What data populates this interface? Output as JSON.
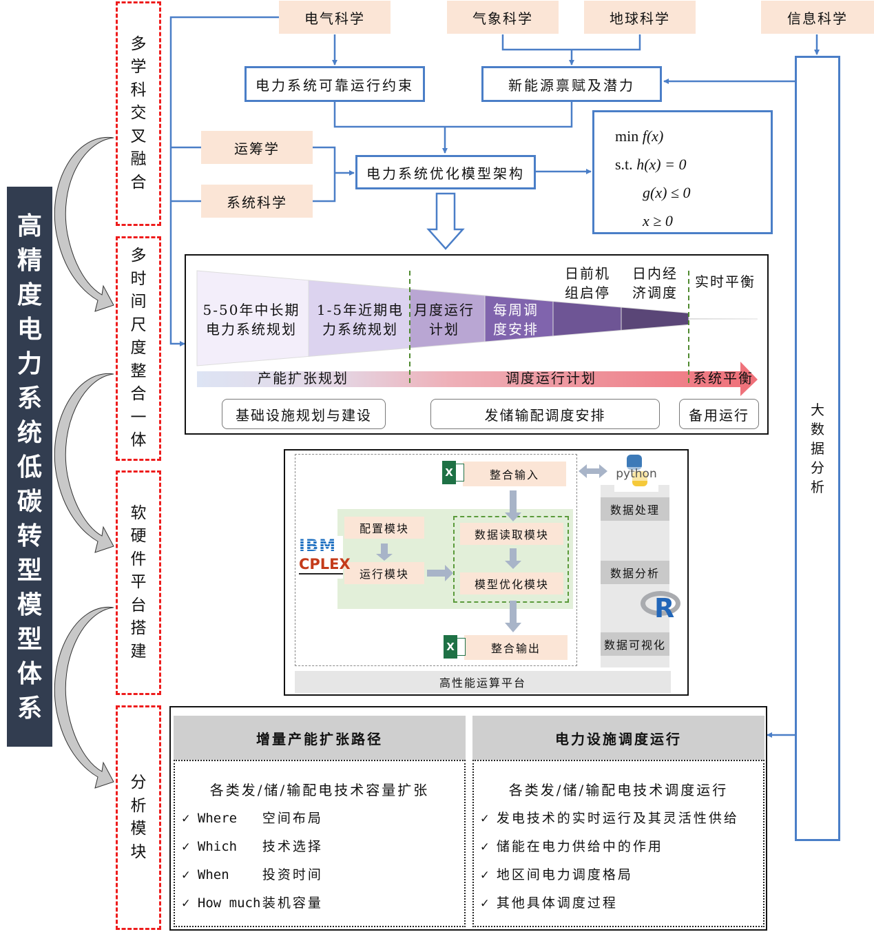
{
  "title": {
    "chars": [
      "高",
      "精",
      "度",
      "电",
      "力",
      "系",
      "统",
      "低",
      "碳",
      "转",
      "型",
      "模",
      "型",
      "体",
      "系"
    ],
    "text": "高精度电力系统低碳转型模型体系"
  },
  "phases": [
    {
      "id": "multidisciplinary",
      "chars": [
        "多",
        "学",
        "科",
        "交",
        "叉",
        "融",
        "合"
      ]
    },
    {
      "id": "multi-timescale",
      "chars": [
        "多",
        "时",
        "间",
        "尺",
        "度",
        "整",
        "合",
        "一",
        "体"
      ]
    },
    {
      "id": "platform",
      "chars": [
        "软",
        "硬",
        "件",
        "平",
        "台",
        "搭",
        "建"
      ]
    },
    {
      "id": "analysis",
      "chars": [
        "分",
        "析",
        "模",
        "块"
      ]
    }
  ],
  "disciplines": {
    "electrical": "电气科学",
    "meteorology": "气象科学",
    "earth": "地球科学",
    "information": "信息科学",
    "operations_research": "运筹学",
    "systems": "系统科学"
  },
  "flow_boxes": {
    "reliability": "电力系统可靠运行约束",
    "renewables": "新能源禀赋及潜力",
    "optimization": "电力系统优化模型架构"
  },
  "formula": {
    "line1": {
      "prefix": "min ",
      "expr": "f(x)"
    },
    "line2": {
      "prefix": "s.t.  ",
      "expr": "h(x) = 0"
    },
    "line3": {
      "expr": "g(x) ≤ 0"
    },
    "line4": {
      "expr": "x ≥ 0"
    }
  },
  "big_data": {
    "chars": [
      "大",
      "数",
      "据",
      "分",
      "析"
    ]
  },
  "timescale": {
    "segments": [
      {
        "line1": "5-50年中长期",
        "line2": "电力系统规划",
        "color": "#f3eefa"
      },
      {
        "line1": "1-5年近期电",
        "line2": "力系统规划",
        "color": "#dcd3ef"
      },
      {
        "line1": "月度运行",
        "line2": "计划",
        "color": "#b9a6d3"
      },
      {
        "line1": "每周调",
        "line2": "度安排",
        "color": "#8064ad"
      },
      {
        "line1": "日前机",
        "line2": "组启停",
        "color": "#6e5595"
      },
      {
        "line1": "日内经",
        "line2": "济调度",
        "color": "#5a4677"
      },
      {
        "line1": "实时平衡",
        "line2": "",
        "color": "#7b5e06"
      }
    ],
    "arrow_labels": [
      "产能扩张规划",
      "调度运行计划",
      "系统平衡"
    ],
    "bottom_boxes": [
      "基础设施规划与建设",
      "发储输配调度安排",
      "备用运行"
    ]
  },
  "platform": {
    "input": "整合输入",
    "output": "整合输出",
    "config": "配置模块",
    "run": "运行模块",
    "read": "数据读取模块",
    "optimize": "模型优化模块",
    "ibm_logo": "IBM",
    "cplex_logo": "CPLEX",
    "python_label": "python",
    "r_label": "R",
    "excel_label": "X",
    "data_processing": "数据处理",
    "data_analysis": "数据分析",
    "data_visualization": "数据可视化",
    "hpc": "高性能运算平台"
  },
  "analysis": {
    "left": {
      "header": "增量产能扩张路径",
      "subtitle": "各类发/储/输配电技术容量扩张",
      "items": [
        {
          "kw": "Where",
          "desc": "空间布局"
        },
        {
          "kw": "Which",
          "desc": "技术选择"
        },
        {
          "kw": "When",
          "desc": "投资时间"
        },
        {
          "kw": "How much",
          "desc": "装机容量"
        }
      ]
    },
    "right": {
      "header": "电力设施调度运行",
      "subtitle": "各类发/储/输配电技术调度运行",
      "items": [
        "发电技术的实时运行及其灵活性供给",
        "储能在电力供给中的作用",
        "地区间电力调度格局",
        "其他具体调度过程"
      ]
    },
    "check_mark": "✓"
  },
  "colors": {
    "title_bg": "#323d50",
    "phase_border": "#ee1c1c",
    "connector": "#4a7ec7",
    "discipline_bg": "#fbe5d6",
    "platform_green": "#e2efd9",
    "flow_arrow": "#a8b4c8",
    "panel_header": "#cfcfcf"
  }
}
